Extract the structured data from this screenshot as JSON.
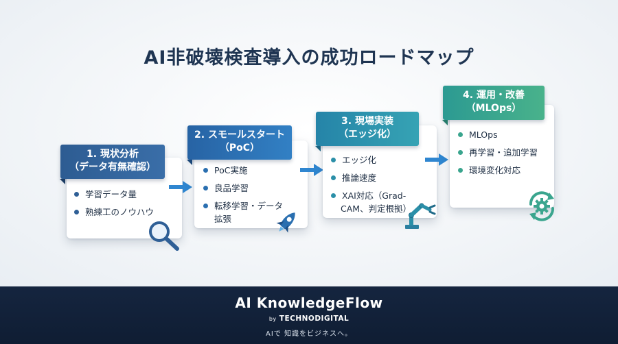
{
  "title": "AI非破壊検査導入の成功ロードマップ",
  "steps": [
    {
      "heading_line1": "1. 現状分析",
      "heading_line2": "（データ有無確認）",
      "items": [
        "学習データ量",
        "熟練工のノウハウ"
      ],
      "icon": "magnifier-icon",
      "color": "#2f5f96"
    },
    {
      "heading_line1": "2. スモールスタート",
      "heading_line2": "（PoC）",
      "items": [
        "PoC実施",
        "良品学習",
        "転移学習・データ",
        "拡張"
      ],
      "icon": "rocket-icon",
      "color": "#2a6fb0"
    },
    {
      "heading_line1": "3. 現場実装",
      "heading_line2": "（エッジ化）",
      "items": [
        "エッジ化",
        "推論速度",
        "XAI対応（Grad-",
        "CAM、判定根拠）"
      ],
      "icon": "robot-arm-icon",
      "color": "#2b8fa8"
    },
    {
      "heading_line1": "4. 運用・改善",
      "heading_line2": "（MLOps）",
      "items": [
        "MLOps",
        "再学習・追加学習",
        "環境変化対応"
      ],
      "icon": "gear-cycle-icon",
      "color": "#3aa58e"
    }
  ],
  "footer": {
    "brand": "AI KnowledgeFlow",
    "by_prefix": "by",
    "by_company": "TECHNODIGITAL",
    "tagline": "AIで 知識をビジネスへ。"
  },
  "colors": {
    "title": "#1f3552",
    "footer_bg": "#0f1d33",
    "arrow": "#2f86d0"
  }
}
